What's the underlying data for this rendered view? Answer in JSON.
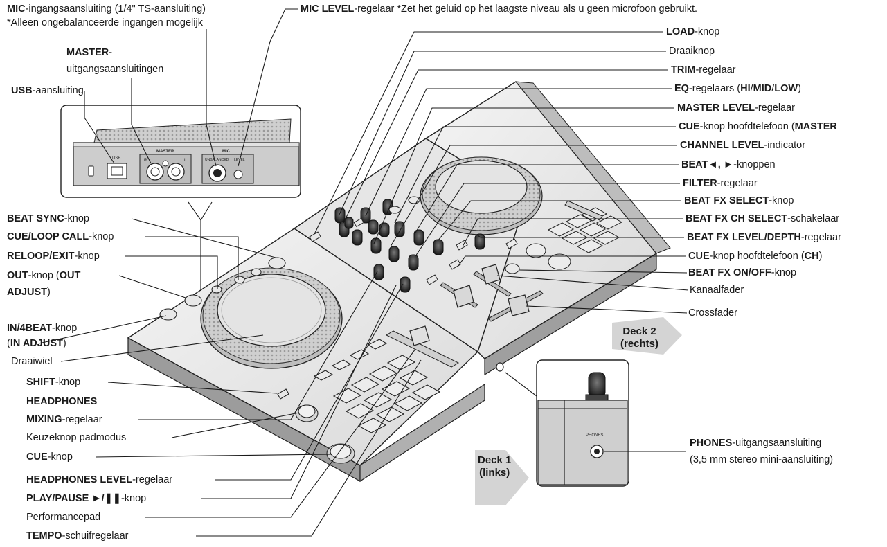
{
  "left_labels": {
    "mic_input": {
      "key": "MIC",
      "rest": "-ingangsaansluiting (1/4\" TS-aansluiting)"
    },
    "mic_note": "*Alleen ongebalanceerde ingangen mogelijk",
    "master_output": {
      "key": "MASTER",
      "rest": "-",
      "line2": "uitgangsaansluitingen"
    },
    "usb": {
      "key": "USB",
      "rest": "-aansluiting"
    },
    "beat_sync": {
      "key": "BEAT SYNC",
      "rest": "-knop"
    },
    "cue_loop_call": {
      "key": "CUE/LOOP CALL",
      "rest": "-knop"
    },
    "reloop_exit": {
      "key": "RELOOP/EXIT",
      "rest": "-knop"
    },
    "out": {
      "key": "OUT",
      "rest": "-knop (",
      "key2": "OUT",
      "line2key": "ADJUST",
      "line2rest": ")"
    },
    "in_4beat": {
      "key": "IN/4BEAT",
      "rest": "-knop",
      "line2open": "(",
      "line2key": "IN ADJUST",
      "line2close": ")"
    },
    "jog_wheel": "Draaiwiel",
    "shift": {
      "key": "SHIFT",
      "rest": "-knop"
    },
    "headphones_mixing": {
      "key": "HEADPHONES",
      "line2key": "MIXING",
      "line2rest": "-regelaar"
    },
    "pad_mode": "Keuzeknop padmodus",
    "cue": {
      "key": "CUE",
      "rest": "-knop"
    },
    "headphones_level": {
      "key": "HEADPHONES LEVEL",
      "rest": "-regelaar"
    },
    "play_pause": {
      "key": "PLAY/PAUSE ►/❚❚",
      "rest": "-knop"
    },
    "performance_pad": "Performancepad",
    "tempo": {
      "key": "TEMPO",
      "rest": "-schuifregelaar"
    }
  },
  "top_label": {
    "key": "MIC LEVEL",
    "rest": "-regelaar *Zet het geluid op het laagste niveau als u geen microfoon gebruikt."
  },
  "right_labels": {
    "load": {
      "key": "LOAD",
      "rest": "-knop"
    },
    "rotary": "Draaiknop",
    "trim": {
      "key": "TRIM",
      "rest": "-regelaar"
    },
    "eq": {
      "key": "EQ",
      "rest": "-regelaars (",
      "k1": "HI",
      "k2": "MID",
      "k3": "LOW",
      "close": ")"
    },
    "master_level": {
      "key": "MASTER LEVEL",
      "rest": "-regelaar"
    },
    "cue_master": {
      "key": "CUE",
      "rest": "-knop hoofdtelefoon (",
      "key2": "MASTER"
    },
    "channel_level": {
      "key": "CHANNEL LEVEL",
      "rest": "-indicator"
    },
    "beat_buttons": {
      "key": "BEAT◄, ►",
      "rest": "-knoppen"
    },
    "filter": {
      "key": "FILTER",
      "rest": "-regelaar"
    },
    "fx_select": {
      "key": "BEAT FX SELECT",
      "rest": "-knop"
    },
    "fx_ch_select": {
      "key": "BEAT FX CH SELECT",
      "rest": "-schakelaar"
    },
    "fx_level": {
      "key": "BEAT FX LEVEL/DEPTH",
      "rest": "-regelaar"
    },
    "cue_ch": {
      "key": "CUE",
      "rest": "-knop hoofdtelefoon (",
      "key2": "CH",
      "close": ")"
    },
    "fx_on_off": {
      "key": "BEAT FX ON/OFF",
      "rest": "-knop"
    },
    "channel_fader": "Kanaalfader",
    "crossfader": "Crossfader",
    "phones": {
      "key": "PHONES",
      "rest": "-uitgangsaansluiting",
      "line2": "(3,5 mm stereo mini-aansluiting)"
    }
  },
  "deck2": {
    "line1": "Deck 2",
    "line2": "(rechts)"
  },
  "deck1": {
    "line1": "Deck 1",
    "line2": "(links)"
  },
  "panel_text": {
    "usb": "USB",
    "master": "MASTER",
    "r": "R",
    "l": "L",
    "mic": "MIC",
    "unbalanced": "UNBALANCED",
    "level": "LEVEL",
    "phones": "PHONES"
  }
}
